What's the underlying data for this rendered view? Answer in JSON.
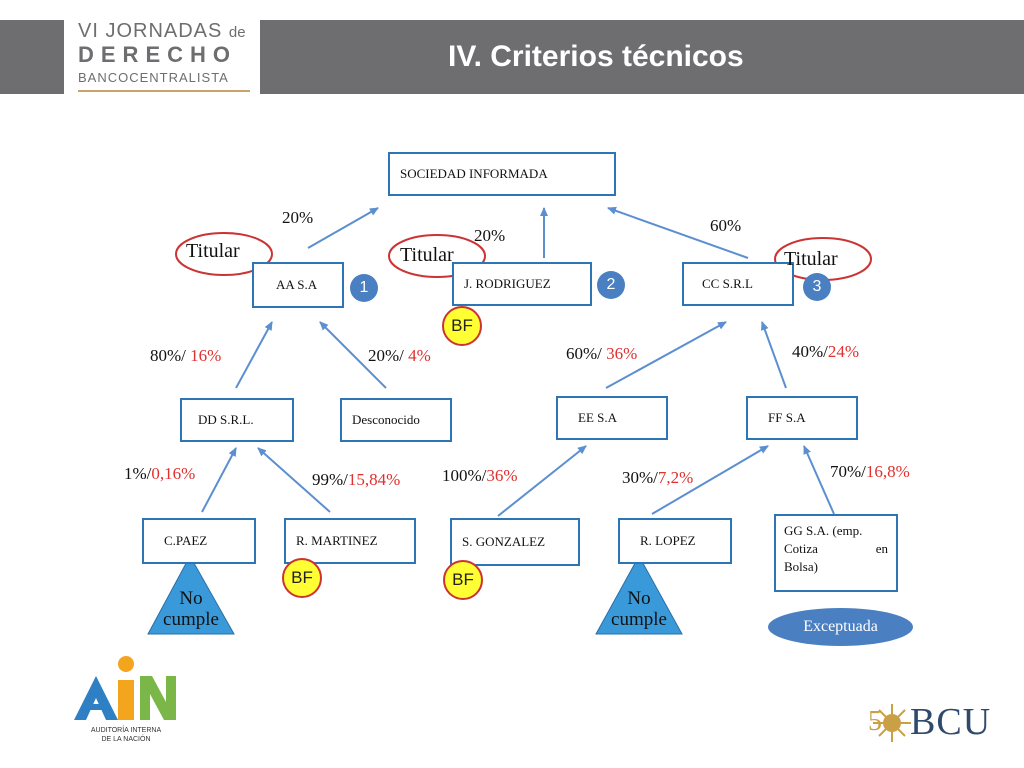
{
  "header": {
    "logo_line1": "VI JORNADAS",
    "logo_line1_suffix": "de",
    "logo_line2": "DERECHO",
    "logo_line3": "BANCOCENTRALISTA",
    "title": "IV. Criterios técnicos",
    "bar_color": "#6e6e70"
  },
  "diagram": {
    "nodes": {
      "sociedad": "SOCIEDAD INFORMADA",
      "aa": "AA S.A",
      "jrodriguez": "J. RODRIGUEZ",
      "cc": "CC S.R.L",
      "dd": "DD S.R.L.",
      "desconocido": "Desconocido",
      "ee": "EE S.A",
      "ff": "FF S.A",
      "cpaez": "C.PAEZ",
      "rmartinez": "R. MARTINEZ",
      "sgonzalez": "S. GONZALEZ",
      "rlopez": "R. LOPEZ",
      "gg": {
        "line1_a": "GG S.A. (emp.",
        "line2_a": "Cotiza",
        "line2_b": "en",
        "line3": "Bolsa)"
      }
    },
    "percentages": {
      "aa_to_soc": "20%",
      "jr_to_soc": "20%",
      "cc_to_soc": "60%",
      "dd_to_aa": {
        "base": "80%/",
        "red": "16%"
      },
      "desc_to_aa": {
        "base": "20%/",
        "red": "4%"
      },
      "ee_to_cc": {
        "base": "60%/",
        "red": "36%"
      },
      "ff_to_cc": {
        "base": "40%/",
        "red": "24%"
      },
      "cpaez_to_dd": {
        "base": "1%/",
        "red": "0,16%"
      },
      "rmart_to_dd": {
        "base": "99%/",
        "red": "15,84%"
      },
      "sgon_to_ee": {
        "base": "100%/",
        "red": "36%"
      },
      "rlopez_to_ff": {
        "base": "30%/",
        "red": "7,2%"
      },
      "gg_to_ff": {
        "base": "70%/",
        "red": "16,8%"
      }
    },
    "titular": [
      "Titular",
      "Titular",
      "Titular"
    ],
    "numbers": [
      "1",
      "2",
      "3"
    ],
    "bf": [
      "BF",
      "BF",
      "BF"
    ],
    "no_cumple": [
      {
        "line1": "No",
        "line2": "cumple"
      },
      {
        "line1": "No",
        "line2": "cumple"
      }
    ],
    "exceptuada": "Exceptuada",
    "colors": {
      "box_border": "#2e75b6",
      "arrow": "#5b8fd0",
      "red_text": "#e03030",
      "titular_ellipse": "#cc3333",
      "bf_fill": "#ffff33",
      "triangle_fill": "#3a9ad9",
      "badge_fill": "#4a7fc1"
    }
  },
  "footer": {
    "ain_label_line1": "AUDITORÍA INTERNA",
    "ain_label_line2": "DE LA NACIÓN",
    "bcu_text": "BCU",
    "bcu_number": "5"
  }
}
